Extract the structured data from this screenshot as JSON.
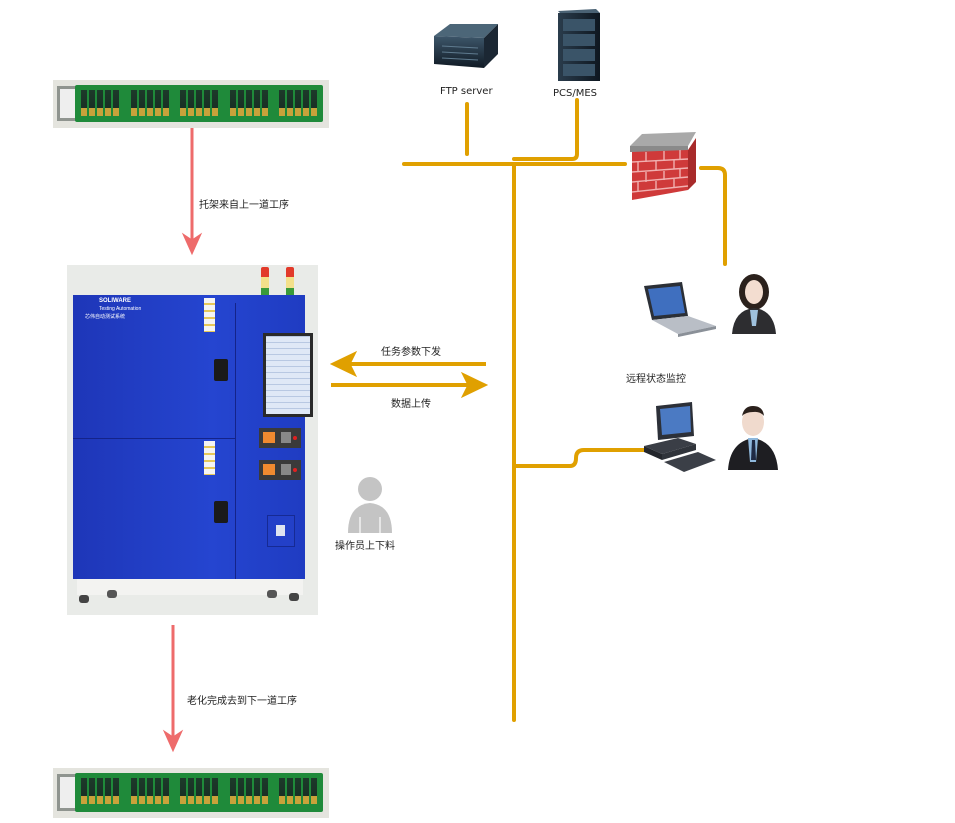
{
  "diagram": {
    "nodes": {
      "ftp_server": {
        "label": "FTP server",
        "icon": "server-icon"
      },
      "pcs_mes": {
        "label": "PCS/MES",
        "icon": "rack-server-icon"
      },
      "firewall": {
        "icon": "firewall-icon"
      },
      "remote_monitoring": {
        "label": "远程状态监控",
        "icons": [
          "laptop-icon",
          "woman-user-icon",
          "desktop-computer-icon",
          "man-user-icon"
        ]
      },
      "operator": {
        "label": "操作员上下料",
        "icon": "person-icon"
      },
      "aging_chamber": {
        "logo_text": "SOLIWARE",
        "logo_sub": "Testing Automation",
        "logo_cn": "芯伟自动测试系统"
      },
      "tray_in": {
        "icon": "pcb-tray"
      },
      "tray_out": {
        "icon": "pcb-tray"
      }
    },
    "arrows": {
      "tray_incoming": "托架来自上一道工序",
      "tray_outgoing": "老化完成去到下一道工序",
      "task_params_down": "任务参数下发",
      "data_upload": "数据上传"
    },
    "colors": {
      "network_line": "#e0a000",
      "flow_arrow": "#ee6b6b",
      "chamber_blue": "#1f3fbf",
      "pcb_green": "#1f8a3a"
    }
  }
}
